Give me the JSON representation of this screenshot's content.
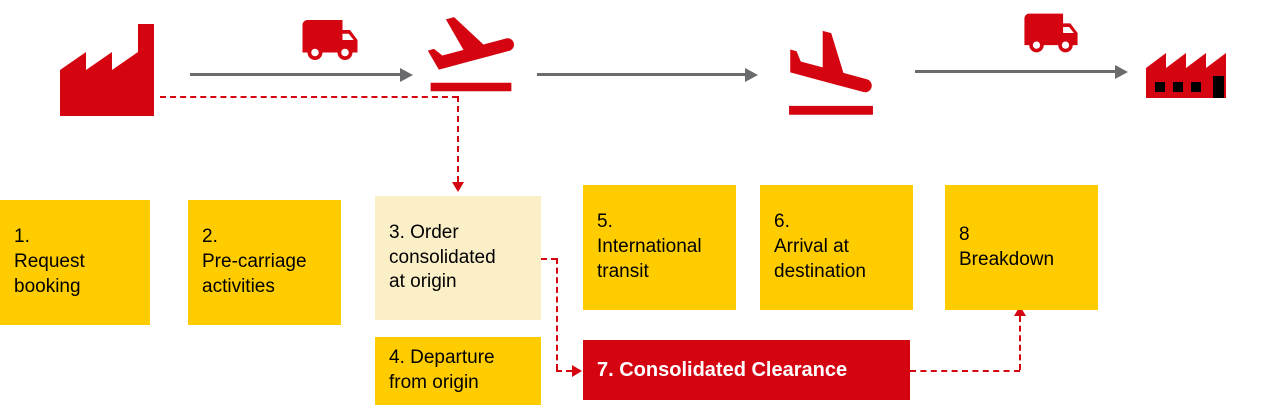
{
  "colors": {
    "brand-red": "#D40511",
    "brand-yellow": "#FFCC00",
    "pale-yellow": "#FBEFC7",
    "arrow-gray": "#6a6b6d",
    "text-black": "#000000",
    "box7-text": "#FFFFFF",
    "background": "#FFFFFF"
  },
  "journey": {
    "icons": [
      {
        "name": "factory-origin-icon",
        "glyph": "factory"
      },
      {
        "name": "truck-pickup-icon",
        "glyph": "truck"
      },
      {
        "name": "flight-takeoff-icon",
        "glyph": "plane-takeoff"
      },
      {
        "name": "flight-landing-icon",
        "glyph": "plane-landing"
      },
      {
        "name": "truck-delivery-icon",
        "glyph": "truck"
      },
      {
        "name": "factory-destination-icon",
        "glyph": "factory-with-windows"
      }
    ]
  },
  "steps": [
    {
      "label": "1.\nRequest\nbooking",
      "variant": "yellow"
    },
    {
      "label": "2.\nPre-carriage\nactivities",
      "variant": "yellow"
    },
    {
      "label": "3. Order\nconsolidated\nat origin",
      "variant": "pale"
    },
    {
      "label": "4. Departure\nfrom origin",
      "variant": "yellow"
    },
    {
      "label": "5.\nInternational\ntransit",
      "variant": "yellow"
    },
    {
      "label": "6.\nArrival at\ndestination",
      "variant": "yellow"
    },
    {
      "label": "7. Consolidated Clearance",
      "variant": "red"
    },
    {
      "label": "8\nBreakdown",
      "variant": "yellow"
    }
  ]
}
